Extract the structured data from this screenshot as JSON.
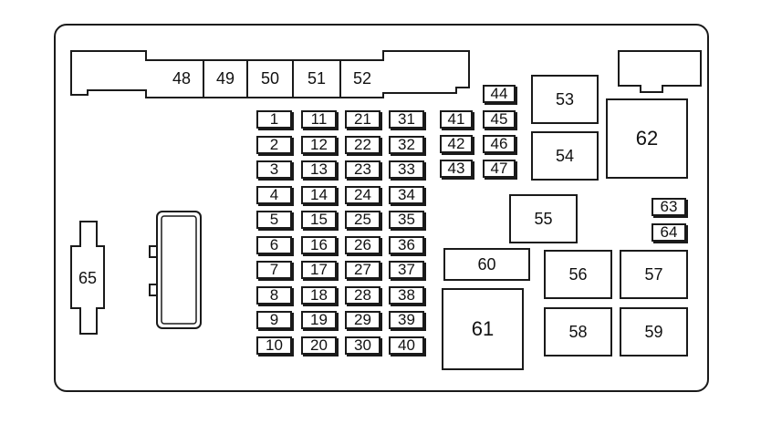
{
  "top_block": [
    "48",
    "49",
    "50",
    "51",
    "52"
  ],
  "fuse_columns": [
    [
      "1",
      "2",
      "3",
      "4",
      "5",
      "6",
      "7",
      "8",
      "9",
      "10"
    ],
    [
      "11",
      "12",
      "13",
      "14",
      "15",
      "16",
      "17",
      "18",
      "19",
      "20"
    ],
    [
      "21",
      "22",
      "23",
      "24",
      "25",
      "26",
      "27",
      "28",
      "29",
      "30"
    ],
    [
      "31",
      "32",
      "33",
      "34",
      "35",
      "36",
      "37",
      "38",
      "39",
      "40"
    ]
  ],
  "mid_fuses": [
    "41",
    "42",
    "43"
  ],
  "small_fuses": [
    "44",
    "45",
    "46",
    "47"
  ],
  "relays": {
    "r53": "53",
    "r54": "54",
    "r55": "55",
    "r56": "56",
    "r57": "57",
    "r58": "58",
    "r59": "59",
    "r60": "60",
    "r61": "61",
    "r62": "62"
  },
  "side_fuses": [
    "63",
    "64"
  ],
  "maxi_fuse": "65"
}
